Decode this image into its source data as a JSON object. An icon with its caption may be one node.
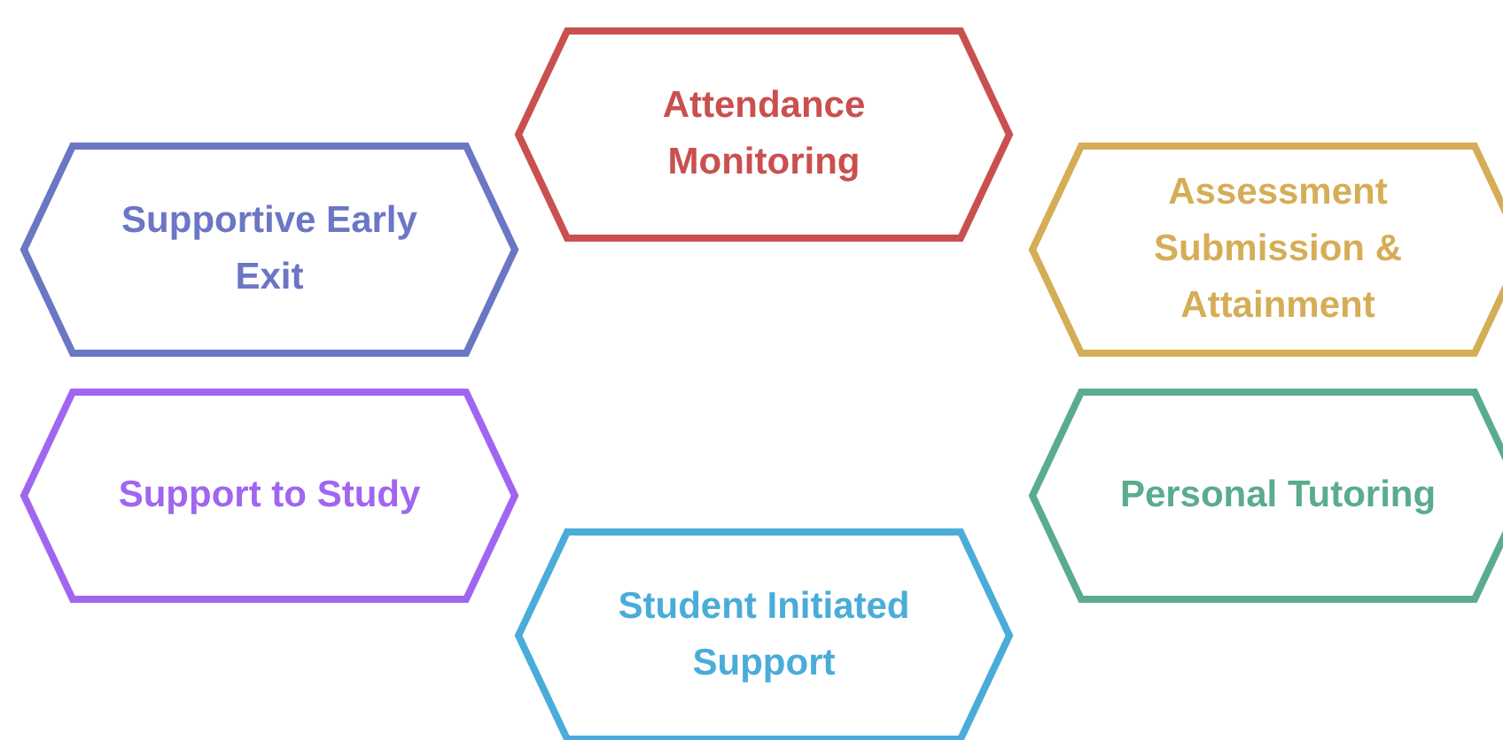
{
  "diagram": {
    "nodes": [
      {
        "text": [
          "Attendance Monitoring"
        ]
      },
      {
        "text": [
          "Supportive Early Exit"
        ]
      },
      {
        "text": [
          "Assessment Submission & Attainment"
        ]
      },
      {
        "text": [
          "Support to Study"
        ]
      },
      {
        "text": [
          "Personal Tutoring"
        ]
      },
      {
        "text": [
          "Student Initiated Support"
        ]
      }
    ]
  }
}
